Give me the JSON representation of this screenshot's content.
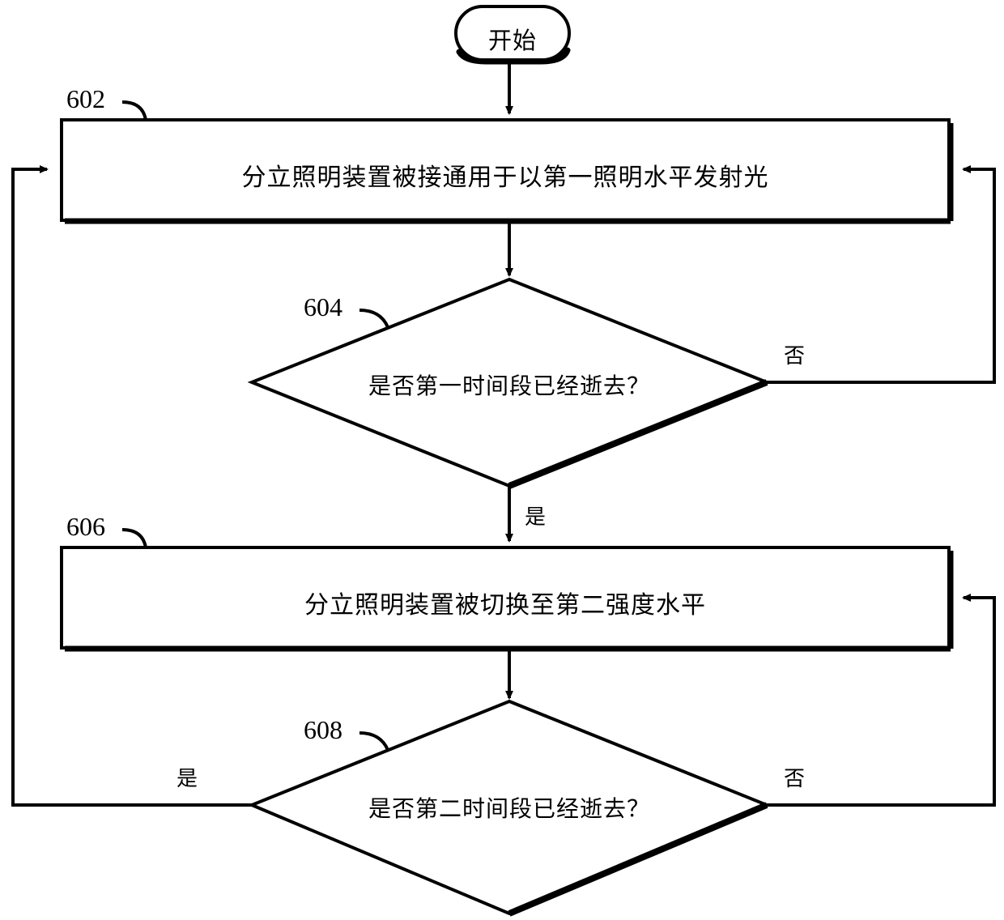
{
  "diagram": {
    "type": "flowchart",
    "title": "",
    "nodes": [
      {
        "id": "start",
        "shape": "stadium",
        "label": "开始",
        "ref": ""
      },
      {
        "id": "step602",
        "shape": "process",
        "label": "分立照明装置被接通用于以第一照明水平发射光",
        "ref": "602"
      },
      {
        "id": "decision604",
        "shape": "decision",
        "label": "是否第一时间段已经逝去？",
        "ref": "604"
      },
      {
        "id": "step606",
        "shape": "process",
        "label": "分立照明装置被切换至第二强度水平",
        "ref": "606"
      },
      {
        "id": "decision608",
        "shape": "decision",
        "label": "是否第二时间段已经逝去？",
        "ref": "608"
      }
    ],
    "edge_labels": {
      "d604_no": "否",
      "d604_yes": "是",
      "d608_yes": "是",
      "d608_no": "否"
    },
    "colors": {
      "stroke": "#000000",
      "fill": "#ffffff",
      "text": "#000000"
    }
  }
}
